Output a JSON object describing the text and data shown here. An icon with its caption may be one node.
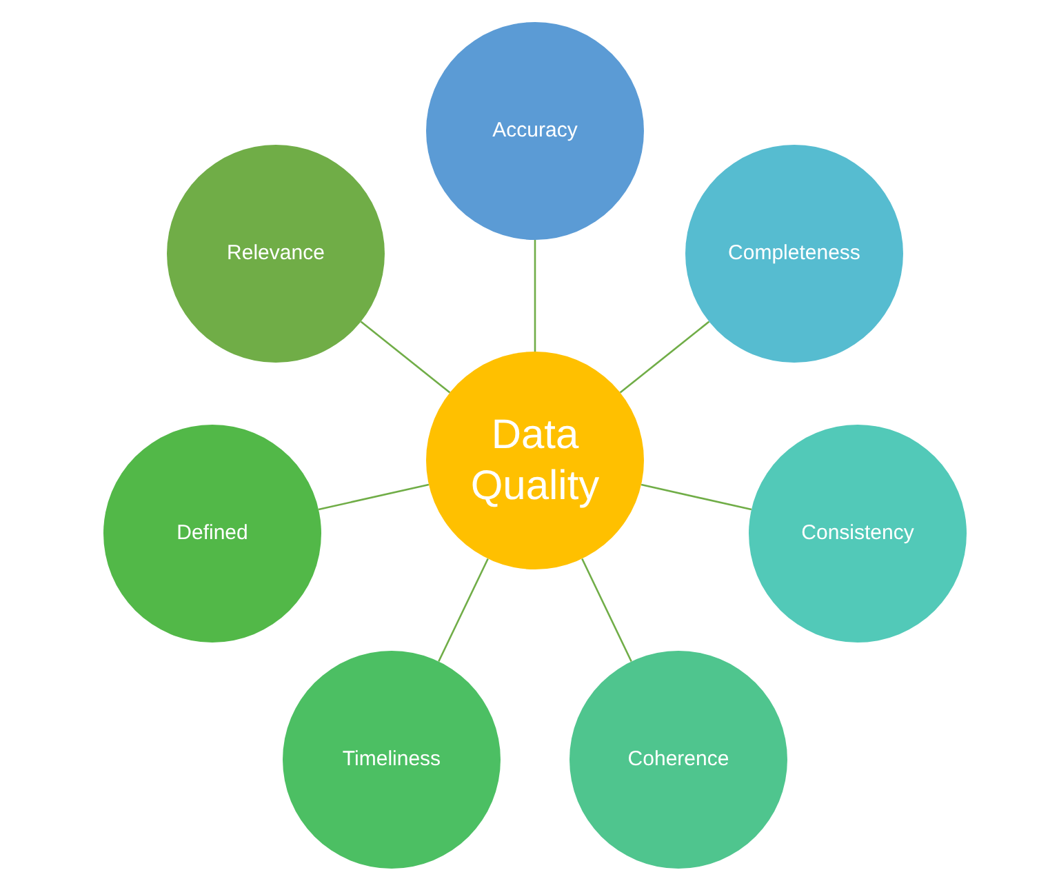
{
  "diagram": {
    "nodes": [
      {
        "text": [
          "Data Quality"
        ]
      },
      {
        "text": [
          "Accuracy"
        ]
      },
      {
        "text": [
          "Completeness"
        ]
      },
      {
        "text": [
          "Consistency"
        ]
      },
      {
        "text": [
          "Coherence"
        ]
      },
      {
        "text": [
          "Timeliness"
        ]
      },
      {
        "text": [
          "Defined"
        ]
      },
      {
        "text": [
          "Relevance"
        ]
      }
    ],
    "edges": [
      {
        "from": 0,
        "to": 1,
        "arrow": "none"
      },
      {
        "from": 0,
        "to": 2,
        "arrow": "none"
      },
      {
        "from": 0,
        "to": 3,
        "arrow": "none"
      },
      {
        "from": 0,
        "to": 4,
        "arrow": "none"
      },
      {
        "from": 0,
        "to": 5,
        "arrow": "none"
      },
      {
        "from": 0,
        "to": 6,
        "arrow": "none"
      },
      {
        "from": 0,
        "to": 7,
        "arrow": "none"
      }
    ]
  }
}
